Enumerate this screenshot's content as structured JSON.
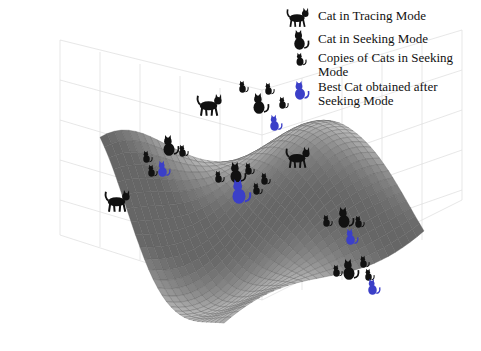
{
  "diagram": {
    "legend": [
      {
        "text": "Cat in Tracing Mode"
      },
      {
        "text": "Cat in Seeking Mode"
      },
      {
        "text": "Copies of Cats in Seeking Mode"
      },
      {
        "text": "Best Cat obtained after Seeking Mode"
      }
    ]
  }
}
